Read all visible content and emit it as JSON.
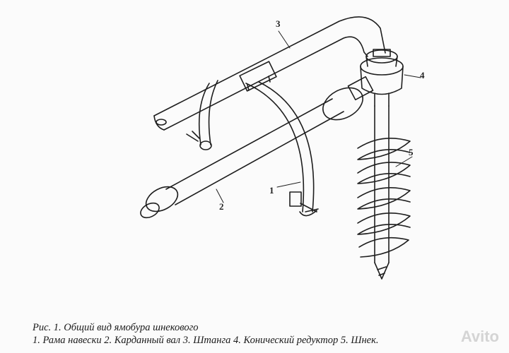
{
  "figure": {
    "callouts": [
      {
        "id": "1",
        "text": "1"
      },
      {
        "id": "2",
        "text": "2"
      },
      {
        "id": "3",
        "text": "3"
      },
      {
        "id": "4",
        "text": "4"
      },
      {
        "id": "5",
        "text": "5"
      }
    ],
    "caption_line1": "Рис. 1. Общий вид ямобура шнекового",
    "caption_line2": "1. Рама навески 2. Карданный вал 3. Штанга 4. Конический редуктор 5. Шнек."
  },
  "watermark": {
    "text": "Avito"
  }
}
